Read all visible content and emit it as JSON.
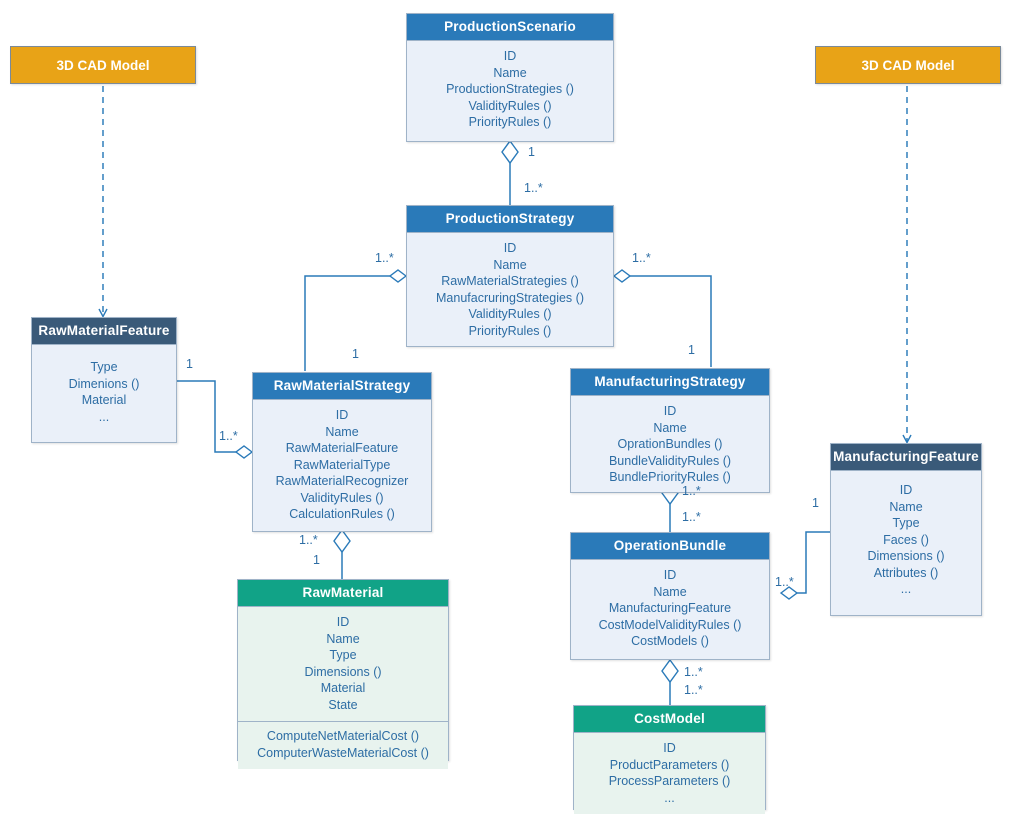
{
  "diagram": {
    "title": "Production Scenario UML Class Diagram",
    "colors": {
      "header_blue": "#2a7ab9",
      "header_dark_blue": "#3a5a79",
      "header_teal": "#11a387",
      "artifact_orange": "#e8a317",
      "body_blue": "#eaf0f9",
      "body_green": "#e8f3ee",
      "text_blue": "#2d6da4",
      "edge_blue": "#2a7ab9"
    }
  },
  "artifacts": [
    {
      "id": "cad-left",
      "label": "3D CAD Model"
    },
    {
      "id": "cad-right",
      "label": "3D CAD Model"
    }
  ],
  "classes": [
    {
      "id": "production-scenario",
      "name": "ProductionScenario",
      "header_style": "blue",
      "body_style": "blue",
      "attributes": [
        "ID",
        "Name",
        "ProductionStrategies ()",
        "ValidityRules ()",
        "PriorityRules ()"
      ],
      "operations": []
    },
    {
      "id": "production-strategy",
      "name": "ProductionStrategy",
      "header_style": "blue",
      "body_style": "blue",
      "attributes": [
        "ID",
        "Name",
        "RawMaterialStrategies ()",
        "ManufacruringStrategies ()",
        "ValidityRules ()",
        "PriorityRules ()"
      ],
      "operations": []
    },
    {
      "id": "raw-material-feature",
      "name": "RawMaterialFeature",
      "header_style": "darkblue",
      "body_style": "blue",
      "attributes": [
        "Type",
        "Dimenions ()",
        "Material",
        "..."
      ],
      "operations": []
    },
    {
      "id": "raw-material-strategy",
      "name": "RawMaterialStrategy",
      "header_style": "blue",
      "body_style": "blue",
      "attributes": [
        "ID",
        "Name",
        "RawMaterialFeature",
        "RawMaterialType",
        "RawMaterialRecognizer",
        "ValidityRules ()",
        "CalculationRules ()"
      ],
      "operations": []
    },
    {
      "id": "raw-material",
      "name": "RawMaterial",
      "header_style": "teal",
      "body_style": "green",
      "attributes": [
        "ID",
        "Name",
        "Type",
        "Dimensions ()",
        "Material",
        "State"
      ],
      "operations": [
        "ComputeNetMaterialCost ()",
        "ComputerWasteMaterialCost ()"
      ]
    },
    {
      "id": "manufacturing-strategy",
      "name": "ManufacturingStrategy",
      "header_style": "blue",
      "body_style": "blue",
      "attributes": [
        "ID",
        "Name",
        "OprationBundles ()",
        "BundleValidityRules ()",
        "BundlePriorityRules ()"
      ],
      "operations": []
    },
    {
      "id": "operation-bundle",
      "name": "OperationBundle",
      "header_style": "blue",
      "body_style": "blue",
      "attributes": [
        "ID",
        "Name",
        "ManufacturingFeature",
        "CostModelValidityRules ()",
        "CostModels ()"
      ],
      "operations": []
    },
    {
      "id": "cost-model",
      "name": "CostModel",
      "header_style": "teal",
      "body_style": "green",
      "attributes": [
        "ID",
        "ProductParameters ()",
        "ProcessParameters ()",
        "..."
      ],
      "operations": []
    },
    {
      "id": "manufacturing-feature",
      "name": "ManufacturingFeature",
      "header_style": "darkblue",
      "body_style": "blue",
      "attributes": [
        "ID",
        "Name",
        "Type",
        "Faces ()",
        "Dimensions ()",
        "Attributes ()",
        "..."
      ],
      "operations": []
    }
  ],
  "multiplicities": [
    {
      "id": "m-scenario-strategy-one",
      "label": "1"
    },
    {
      "id": "m-scenario-strategy-many",
      "label": "1..*"
    },
    {
      "id": "m-strategy-rawmat-many",
      "label": "1..*"
    },
    {
      "id": "m-strategy-rawmat-one",
      "label": "1"
    },
    {
      "id": "m-strategy-manuf-many",
      "label": "1..*"
    },
    {
      "id": "m-strategy-manuf-one",
      "label": "1"
    },
    {
      "id": "m-rawfeature-one",
      "label": "1"
    },
    {
      "id": "m-rawfeature-many",
      "label": "1..*"
    },
    {
      "id": "m-rawmatstrategy-many",
      "label": "1..*"
    },
    {
      "id": "m-rawmaterial-one",
      "label": "1"
    },
    {
      "id": "m-manufstrategy-bundle-many",
      "label": "1..*"
    },
    {
      "id": "m-bundle-manufstrategy-many",
      "label": "1..*"
    },
    {
      "id": "m-bundle-cost-many",
      "label": "1..*"
    },
    {
      "id": "m-cost-bundle-many",
      "label": "1..*"
    },
    {
      "id": "m-manuffeature-one",
      "label": "1"
    },
    {
      "id": "m-bundle-feature-many",
      "label": "1..*"
    }
  ],
  "relations": [
    {
      "id": "rel-cad-left-rawfeature",
      "type": "dependency",
      "from": "cad-left",
      "to": "raw-material-feature"
    },
    {
      "id": "rel-cad-right-manuffeature",
      "type": "dependency",
      "from": "cad-right",
      "to": "manufacturing-feature"
    },
    {
      "id": "rel-scenario-strategy",
      "type": "aggregation",
      "from": "production-scenario",
      "to": "production-strategy"
    },
    {
      "id": "rel-strategy-rawmatstrategy",
      "type": "aggregation",
      "from": "production-strategy",
      "to": "raw-material-strategy"
    },
    {
      "id": "rel-strategy-manufstrategy",
      "type": "aggregation",
      "from": "production-strategy",
      "to": "manufacturing-strategy"
    },
    {
      "id": "rel-rawfeature-rawmatstrategy",
      "type": "aggregation",
      "from": "raw-material-feature",
      "to": "raw-material-strategy"
    },
    {
      "id": "rel-rawmatstrategy-rawmaterial",
      "type": "aggregation",
      "from": "raw-material-strategy",
      "to": "raw-material"
    },
    {
      "id": "rel-manufstrategy-bundle",
      "type": "aggregation",
      "from": "manufacturing-strategy",
      "to": "operation-bundle"
    },
    {
      "id": "rel-bundle-costmodel",
      "type": "aggregation",
      "from": "operation-bundle",
      "to": "cost-model"
    },
    {
      "id": "rel-manuffeature-bundle",
      "type": "aggregation",
      "from": "manufacturing-feature",
      "to": "operation-bundle"
    }
  ]
}
